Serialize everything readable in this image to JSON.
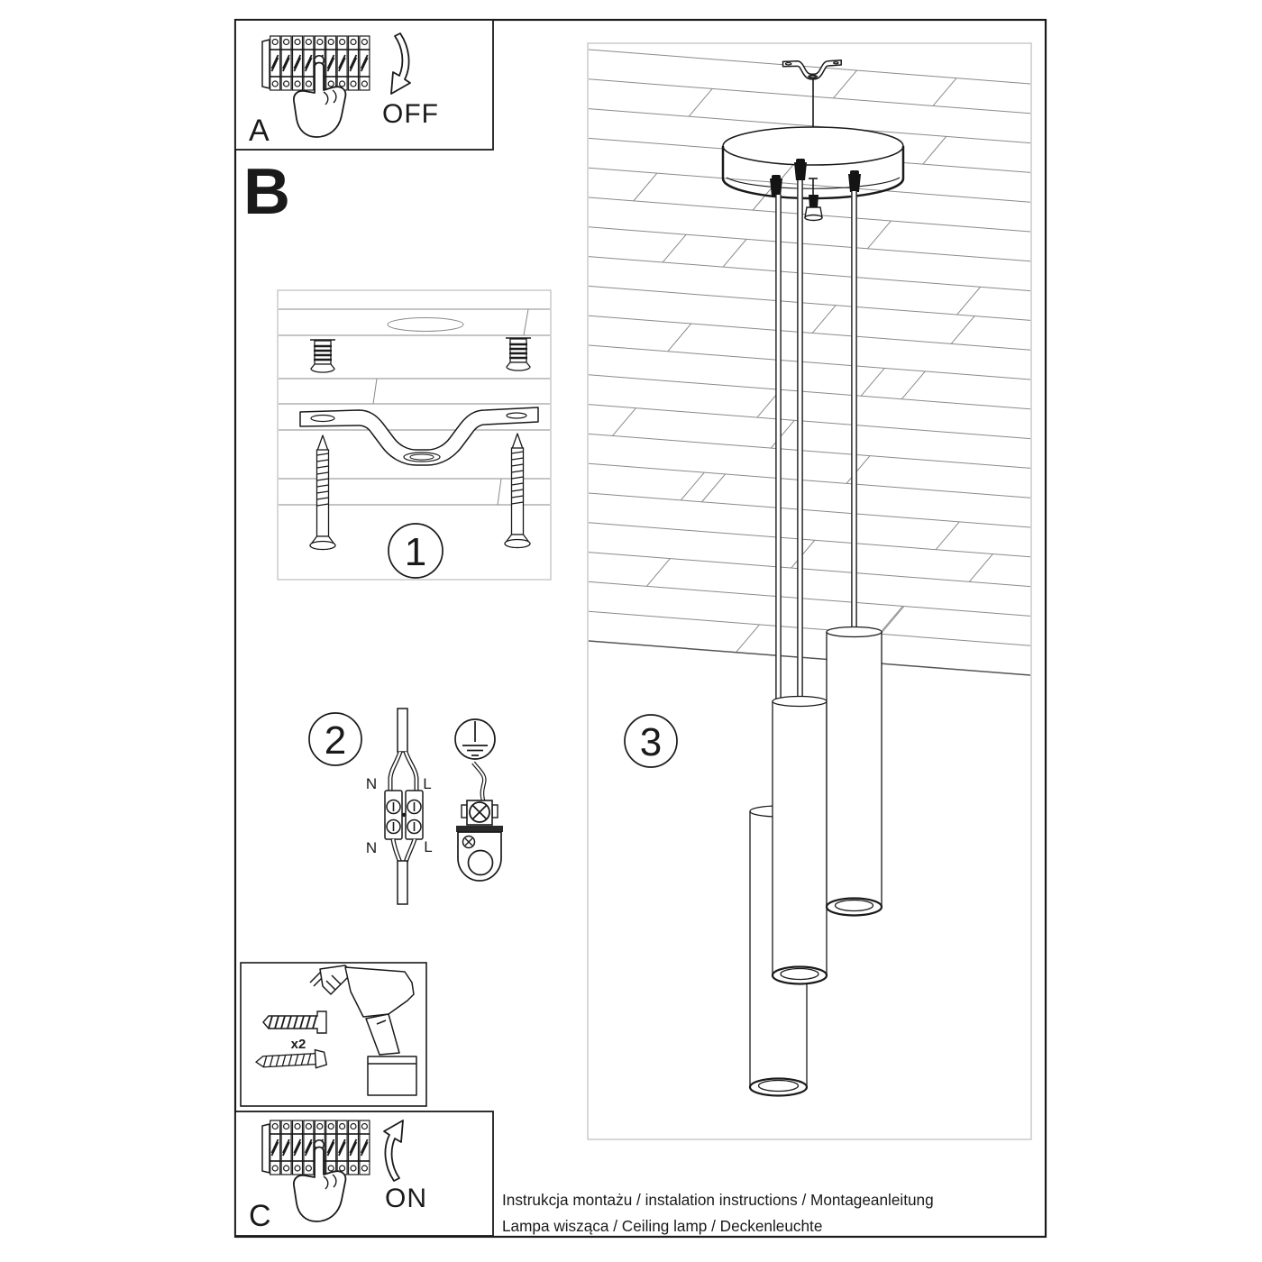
{
  "colors": {
    "ink": "#1a1a1a",
    "plank_line": "#8a8a8a",
    "light_box_border": "#c6c6c6",
    "paper": "#ffffff"
  },
  "panel_a": {
    "label": "A",
    "state": "OFF"
  },
  "section_b": {
    "label": "B"
  },
  "steps": {
    "one": "1",
    "two": "2",
    "three": "3"
  },
  "wiring": {
    "n_top": "N",
    "l_top": "L",
    "n_bottom": "N",
    "l_bottom": "L"
  },
  "tools": {
    "count": "x2"
  },
  "panel_c": {
    "label": "C",
    "state": "ON"
  },
  "footer": {
    "line1": "Instrukcja montażu / instalation instructions / Montageanleitung",
    "line2": "Lampa wisząca / Ceiling lamp / Deckenleuchte"
  }
}
